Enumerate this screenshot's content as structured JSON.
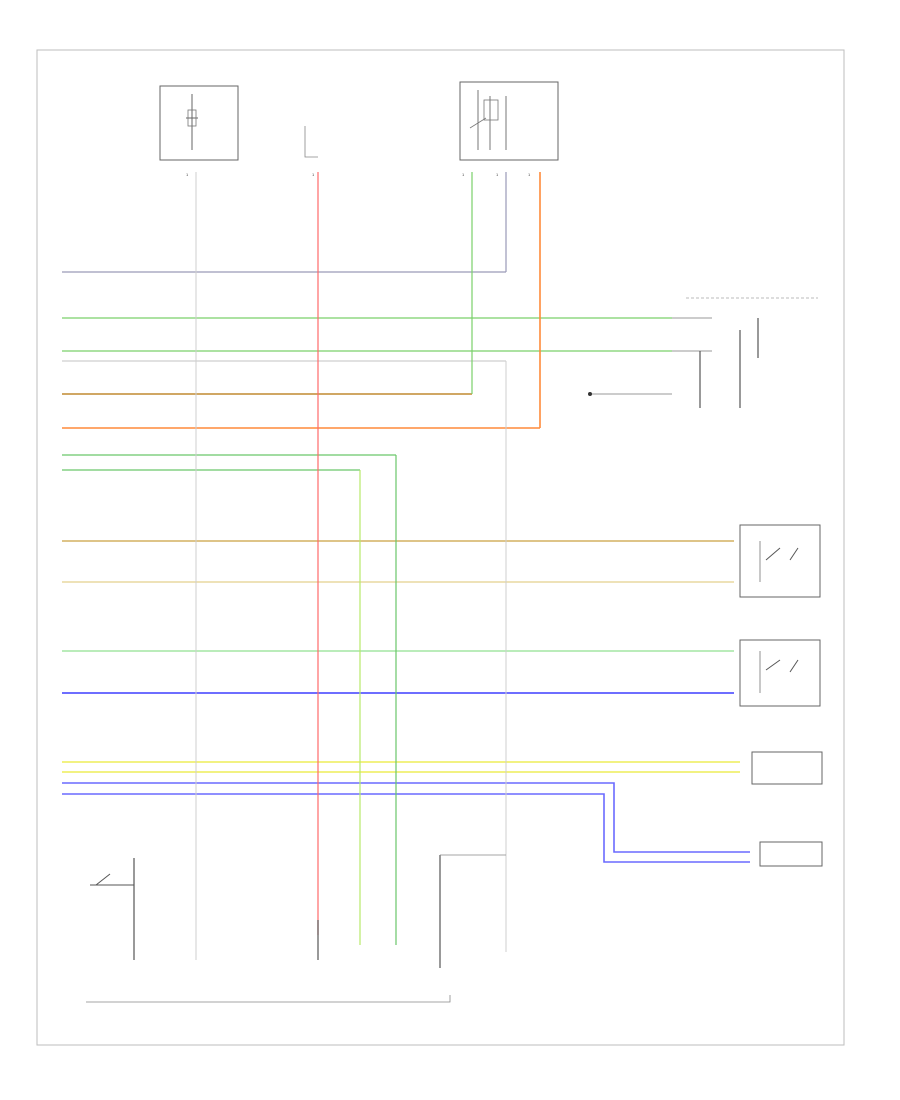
{
  "diagram": {
    "footer": "",
    "top_components": {
      "fuse_block": {
        "title": "",
        "lines": []
      },
      "connector_note": {
        "lines": []
      },
      "relay": {
        "title": "",
        "lines": []
      }
    },
    "wires": [
      {
        "id": "w1",
        "label": "",
        "color": "#9a9ab8"
      },
      {
        "id": "w2",
        "label": "",
        "color": "#7ad06a"
      },
      {
        "id": "w3",
        "label": "",
        "color": "#7ad06a"
      },
      {
        "id": "w4",
        "label": "",
        "color": "#c8c8c8"
      },
      {
        "id": "w5",
        "label": "",
        "color": "#c08a30"
      },
      {
        "id": "w6",
        "label": "",
        "color": "#ff8a3a"
      },
      {
        "id": "w7",
        "label": "",
        "color": "#6ac66a"
      },
      {
        "id": "w8",
        "label": "",
        "color": "#6ac66a"
      },
      {
        "id": "w9",
        "label": "",
        "color": "#d4b060"
      },
      {
        "id": "w10",
        "label": "",
        "color": "#e8d8a0"
      },
      {
        "id": "w11",
        "label": "",
        "color": "#90e090"
      },
      {
        "id": "w12",
        "label": "",
        "color": "#5a5aff"
      },
      {
        "id": "w13",
        "label": "",
        "color": "#f0f070"
      },
      {
        "id": "w14",
        "label": "",
        "color": "#f0f070"
      },
      {
        "id": "w15",
        "label": "",
        "color": "#6a6aff"
      },
      {
        "id": "w16",
        "label": "",
        "color": "#6a6aff"
      }
    ],
    "right_components": {
      "switch_top": {
        "lines": []
      },
      "switch_mid": {
        "lines": []
      },
      "switch_low": {
        "lines": []
      },
      "box_one": {
        "lines": []
      },
      "box_two": {
        "lines": []
      }
    },
    "bottom_components": {
      "sensor_left": {
        "lines": []
      },
      "module_center": {
        "lines": []
      }
    }
  }
}
